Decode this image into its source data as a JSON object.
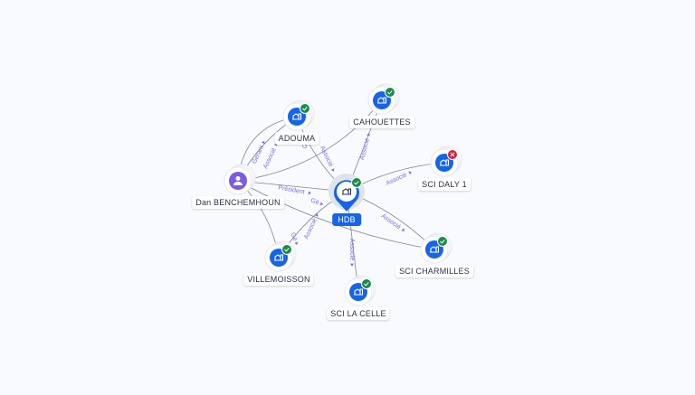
{
  "colors": {
    "company": "#1565e8",
    "person": "#7b5be6",
    "active": "#1e8a4c",
    "closed": "#d6213a",
    "edge": "#7d8598",
    "edge_label": "#7a6fe0"
  },
  "nodes": [
    {
      "id": "dan",
      "label": "Dan BENCHEMHOUN",
      "type": "person",
      "icon": "user-icon"
    },
    {
      "id": "hdb",
      "label": "HDB",
      "type": "main",
      "status": "active",
      "icon": "building-icon"
    },
    {
      "id": "adouma",
      "label": "ADOUMA",
      "type": "company",
      "status": "active",
      "icon": "building-icon"
    },
    {
      "id": "cahouettes",
      "label": "CAHOUETTES",
      "type": "company",
      "status": "active",
      "icon": "building-icon"
    },
    {
      "id": "daly",
      "label": "SCI DALY 1",
      "type": "company",
      "status": "closed",
      "icon": "building-icon"
    },
    {
      "id": "charmilles",
      "label": "SCI CHARMILLES",
      "type": "company",
      "status": "active",
      "icon": "building-icon"
    },
    {
      "id": "lacelle",
      "label": "SCI LA CELLE",
      "type": "company",
      "status": "active",
      "icon": "building-icon"
    },
    {
      "id": "villemoisson",
      "label": "VILLEMOISSON",
      "type": "company",
      "status": "active",
      "icon": "building-icon"
    }
  ],
  "edges": [
    {
      "from": "dan",
      "to": "adouma",
      "label": "Gérant"
    },
    {
      "from": "dan",
      "to": "adouma",
      "label": "Associé"
    },
    {
      "from": "dan",
      "to": "cahouettes",
      "label": "Gé"
    },
    {
      "from": "dan",
      "to": "hdb",
      "label": "Président"
    },
    {
      "from": "dan",
      "to": "charmilles",
      "label": "Gé"
    },
    {
      "from": "dan",
      "to": "villemoisson",
      "label": "Gé"
    },
    {
      "from": "hdb",
      "to": "adouma",
      "label": "Associé"
    },
    {
      "from": "hdb",
      "to": "cahouettes",
      "label": "Associé"
    },
    {
      "from": "hdb",
      "to": "daly",
      "label": "Associé"
    },
    {
      "from": "hdb",
      "to": "charmilles",
      "label": "Associé"
    },
    {
      "from": "hdb",
      "to": "lacelle",
      "label": "Associé"
    },
    {
      "from": "hdb",
      "to": "villemoisson",
      "label": "Associé"
    }
  ]
}
